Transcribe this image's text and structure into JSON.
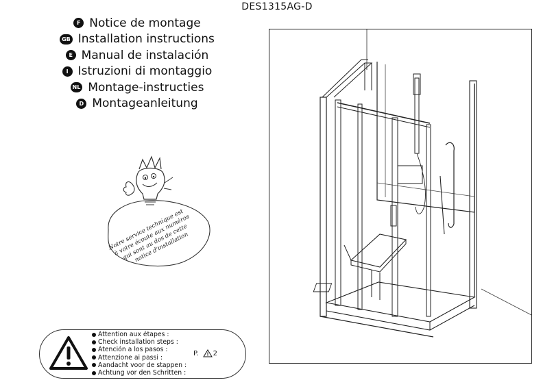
{
  "document_ref": "DES1315AG-D",
  "languages": [
    {
      "badge": "F",
      "title": "Notice de montage"
    },
    {
      "badge": "GB",
      "title": "Installation instructions"
    },
    {
      "badge": "E",
      "title": "Manual de instalación"
    },
    {
      "badge": "I",
      "title": "Istruzioni di montaggio"
    },
    {
      "badge": "NL",
      "title": "Montage-instructies"
    },
    {
      "badge": "D",
      "title": "Montageanleitung"
    }
  ],
  "service_note": {
    "lines": [
      "Notre service technique est",
      "à votre écoute aux numéros",
      "qui sont au dos de cette",
      "notice d'installation"
    ]
  },
  "warning": {
    "steps": [
      "Attention aux étapes :",
      "Check installation steps :",
      "Atención a los pasos :",
      "Attenzione ai passi :",
      "Aandacht voor de stappen :",
      "Achtung vor den Schritten :"
    ],
    "page_prefix": "P.",
    "page_number": "2"
  }
}
